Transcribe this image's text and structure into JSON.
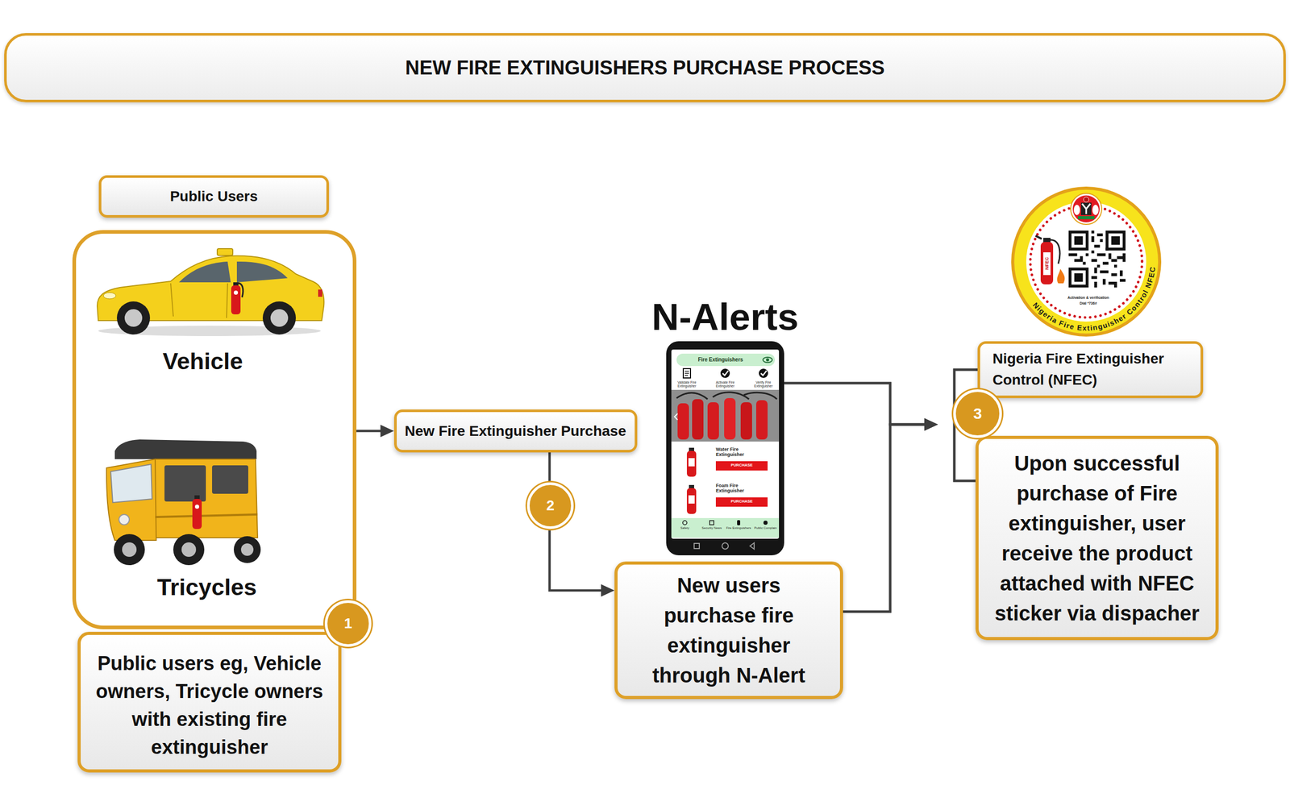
{
  "diagram": {
    "title": "NEW FIRE EXTINGUISHERS PURCHASE PROCESS",
    "nodes": [
      {
        "text": [
          "Public Users"
        ]
      },
      {
        "text": [
          "Vehicle",
          "Tricycles"
        ]
      },
      {
        "text": [
          "1"
        ]
      },
      {
        "text": [
          "Public users eg, Vehicle owners, Tricycle owners with existing fire extinguisher"
        ]
      },
      {
        "text": [
          "New Fire Extinguisher Purchase"
        ]
      },
      {
        "text": [
          "2"
        ]
      },
      {
        "text": [
          "N-Alerts",
          "Fire Extinguishers",
          "Validate Fire Extinguisher",
          "Activate Fire Extinguisher",
          "Verify Fire Extinguisher",
          "Water Fire Extinguisher",
          "PURCHASE",
          "Foam Fire Extinguisher",
          "PURCHASE",
          "Safety",
          "Security News",
          "Fire Extinguishers",
          "Public Complain"
        ]
      },
      {
        "text": [
          "New users purchase fire extinguisher through N-Alert"
        ]
      },
      {
        "text": [
          "NFEC",
          "Activation & verification",
          "Dial *736#",
          "Nigeria Fire Extinguisher Control NFEC"
        ]
      },
      {
        "text": [
          "Nigeria Fire Extinguisher Control (NFEC)"
        ]
      },
      {
        "text": [
          "3"
        ]
      },
      {
        "text": [
          "Upon successful purchase of Fire extinguisher, user receive the product attached with NFEC sticker via dispacher"
        ]
      }
    ],
    "edges": [
      {
        "from": 1,
        "to": 4,
        "arrow": "to"
      },
      {
        "from": 4,
        "to": 7,
        "arrow": "to"
      },
      {
        "from": 6,
        "to": 9,
        "arrow": "to"
      },
      {
        "from": 6,
        "to": 11,
        "arrow": "to"
      },
      {
        "from": 7,
        "to": 9,
        "arrow": "to"
      },
      {
        "from": 7,
        "to": 11,
        "arrow": "to"
      }
    ]
  }
}
